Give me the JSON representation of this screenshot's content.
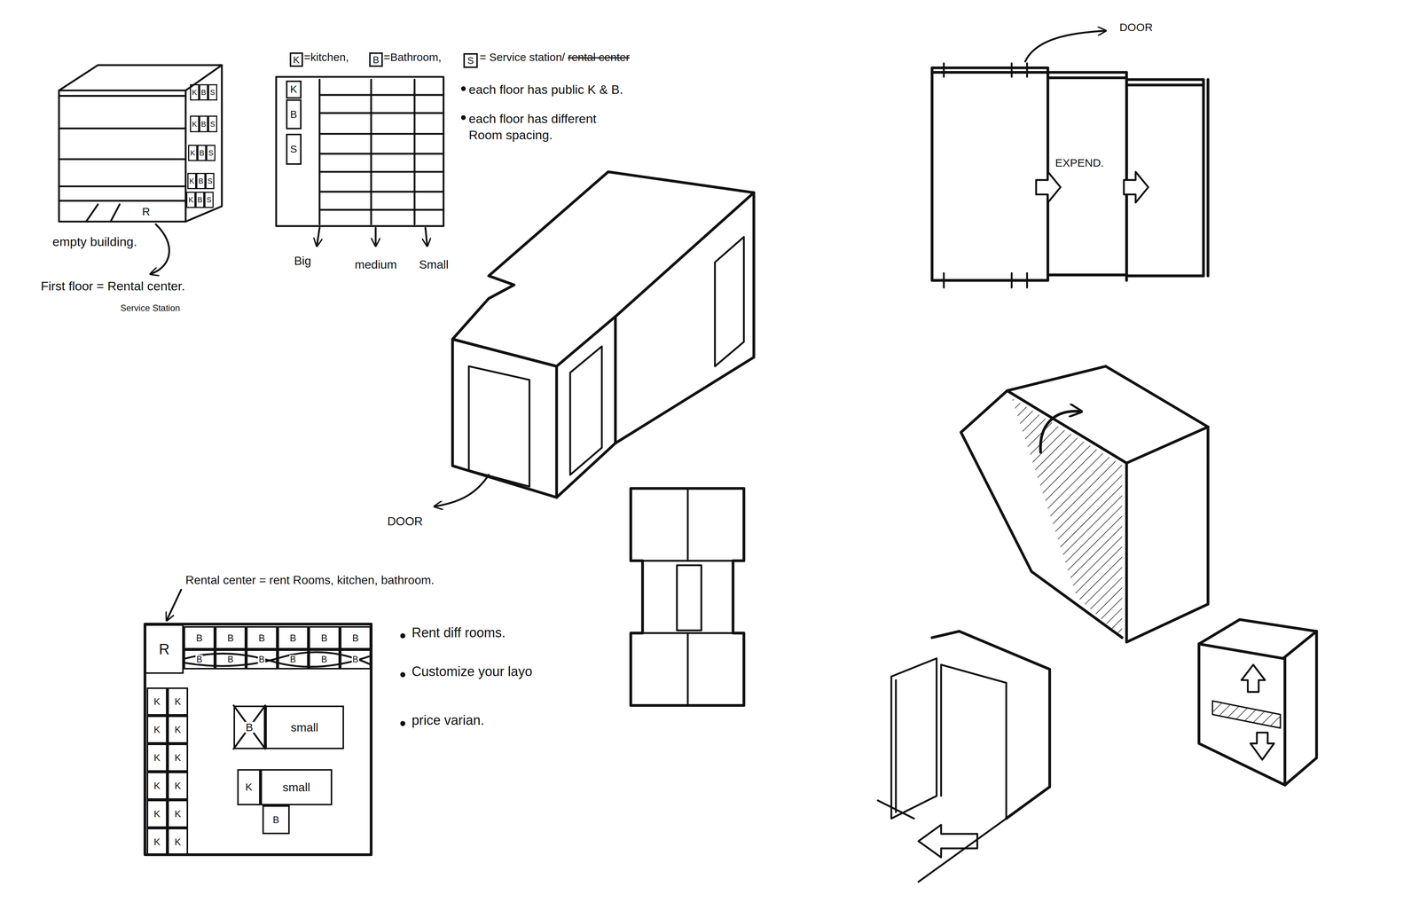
{
  "diagram": {
    "nodes": [
      {
        "text": [
          "K"
        ]
      },
      {
        "text": [
          "B"
        ]
      },
      {
        "text": [
          "S"
        ]
      },
      {
        "text": [
          "K"
        ]
      },
      {
        "text": [
          "B"
        ]
      },
      {
        "text": [
          "S"
        ]
      },
      {
        "text": [
          "K"
        ]
      },
      {
        "text": [
          "B"
        ]
      },
      {
        "text": [
          "S"
        ]
      },
      {
        "text": [
          "K"
        ]
      },
      {
        "text": [
          "B"
        ]
      },
      {
        "text": [
          "S"
        ]
      },
      {
        "text": [
          "K"
        ]
      },
      {
        "text": [
          "B"
        ]
      },
      {
        "text": [
          "S"
        ]
      },
      {
        "text": [
          "K"
        ]
      },
      {
        "text": [
          "B"
        ]
      },
      {
        "text": [
          "S"
        ]
      },
      {
        "text": [
          "K"
        ]
      },
      {
        "text": [
          "B"
        ]
      },
      {
        "text": [
          "S"
        ]
      },
      {
        "text": [
          "R"
        ]
      },
      {
        "text": [
          "B"
        ]
      },
      {
        "text": [
          "B"
        ]
      },
      {
        "text": [
          "B"
        ]
      },
      {
        "text": [
          "B"
        ]
      },
      {
        "text": [
          "B"
        ]
      },
      {
        "text": [
          "B"
        ]
      },
      {
        "text": [
          "B"
        ]
      },
      {
        "text": [
          "B"
        ]
      },
      {
        "text": [
          "B"
        ]
      },
      {
        "text": [
          "B"
        ]
      },
      {
        "text": [
          "B"
        ]
      },
      {
        "text": [
          "B"
        ]
      },
      {
        "text": [
          "K"
        ]
      },
      {
        "text": [
          "K"
        ]
      },
      {
        "text": [
          "K"
        ]
      },
      {
        "text": [
          "K"
        ]
      },
      {
        "text": [
          "K"
        ]
      },
      {
        "text": [
          "K"
        ]
      },
      {
        "text": [
          "K"
        ]
      },
      {
        "text": [
          "K"
        ]
      },
      {
        "text": [
          "K"
        ]
      },
      {
        "text": [
          "K"
        ]
      },
      {
        "text": [
          "K"
        ]
      },
      {
        "text": [
          "K"
        ]
      },
      {
        "text": [
          "B"
        ]
      },
      {
        "text": [
          "small"
        ]
      },
      {
        "text": [
          "K"
        ]
      },
      {
        "text": [
          "small"
        ]
      },
      {
        "text": [
          "B"
        ]
      }
    ],
    "labels": [
      "=kitchen,",
      "=Bathroom,",
      "= Service station/",
      "rental center",
      "each floor has public K & B.",
      "each floor has different Room spacing.",
      "R",
      "empty building.",
      "First floor = Rental center.",
      "Service Station",
      "Big",
      "medium",
      "Small",
      "DOOR",
      "EXPEND.",
      "DOOR",
      "Rental center = rent Rooms, kitchen, bathroom.",
      "Rent diff rooms.",
      "Customize your layo",
      "price varian."
    ]
  }
}
